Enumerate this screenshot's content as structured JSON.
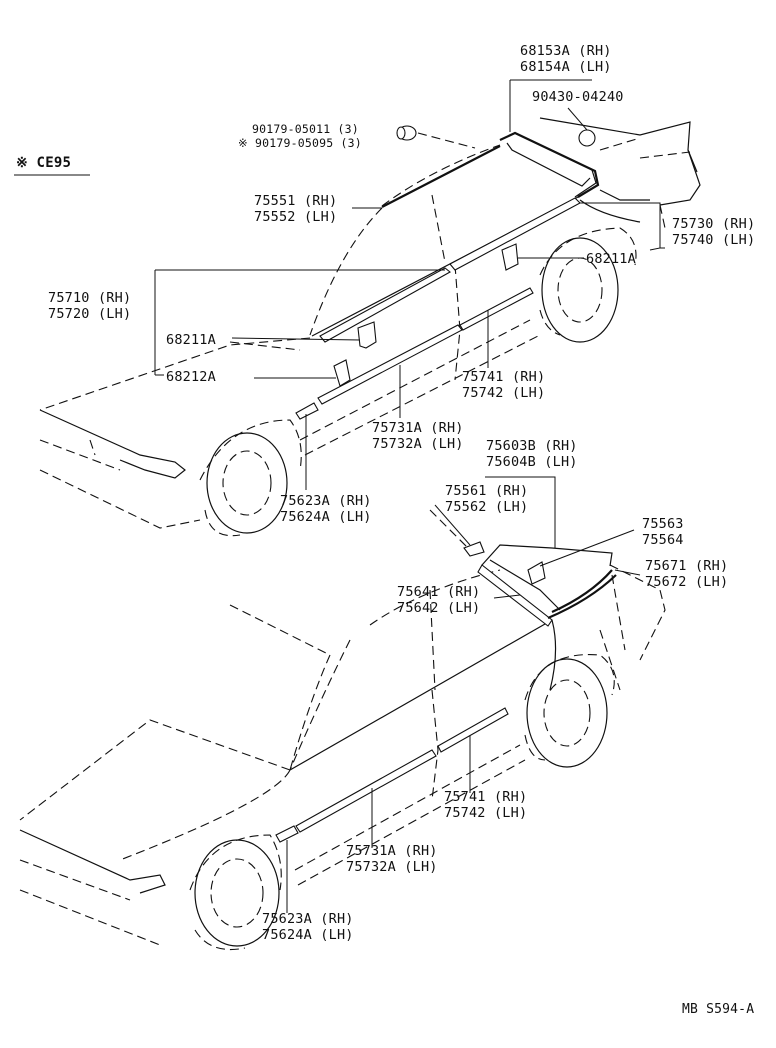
{
  "header_code": "※ CE95",
  "footer_code": "MB  S594-A",
  "upper": {
    "p68153": "68153A (RH)",
    "p68154": "68154A (LH)",
    "p90430": "90430-04240",
    "p90179a": "90179-05011 (3)",
    "p90179b": "※ 90179-05095 (3)",
    "p75551": "75551 (RH)",
    "p75552": "75552 (LH)",
    "p75730": "75730 (RH)",
    "p75740": "75740 (LH)",
    "p68211_right": "68211A",
    "p75710": "75710 (RH)",
    "p75720": "75720 (LH)",
    "p68211_left": "68211A",
    "p68212": "68212A",
    "p75741": "75741 (RH)",
    "p75742": "75742 (LH)",
    "p75731": "75731A (RH)",
    "p75732": "75732A (LH)",
    "p75623": "75623A (RH)",
    "p75624": "75624A (LH)"
  },
  "lower": {
    "p75603": "75603B (RH)",
    "p75604": "75604B (LH)",
    "p75561": "75561 (RH)",
    "p75562": "75562 (LH)",
    "p75563": "75563",
    "p75564": "75564",
    "p75671": "75671 (RH)",
    "p75672": "75672 (LH)",
    "p75641": "75641 (RH)",
    "p75642": "75642 (LH)",
    "p75741": "75741 (RH)",
    "p75742": "75742 (LH)",
    "p75731": "75731A (RH)",
    "p75732": "75732A (LH)",
    "p75623": "75623A (RH)",
    "p75624": "75624A (LH)"
  }
}
